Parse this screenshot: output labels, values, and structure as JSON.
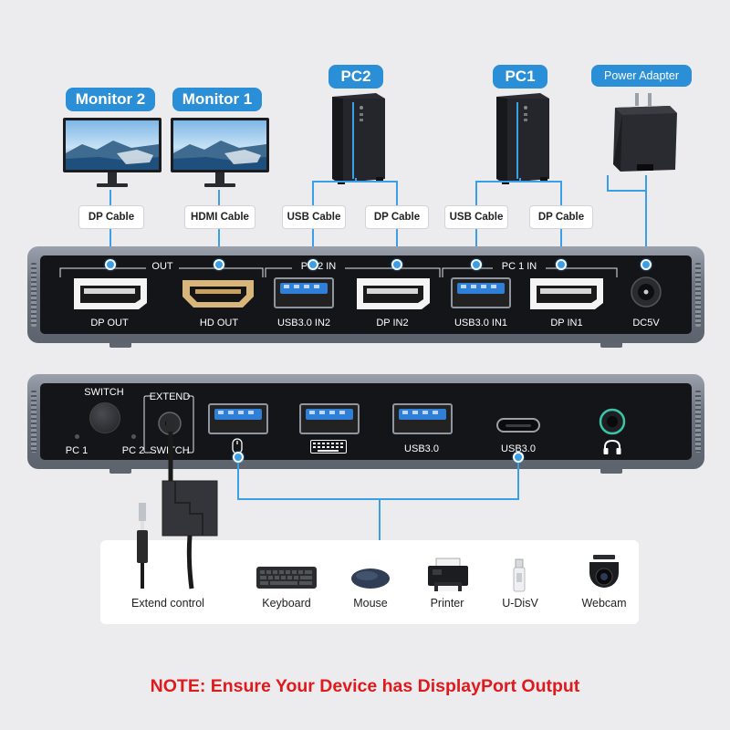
{
  "devices": {
    "monitor2": "Monitor 2",
    "monitor1": "Monitor 1",
    "pc2": "PC2",
    "pc1": "PC1",
    "power_adapter": "Power Adapter"
  },
  "cables": {
    "dp_monitor2": "DP Cable",
    "hdmi_monitor1": "HDMI Cable",
    "usb_pc2": "USB Cable",
    "dp_pc2": "DP Cable",
    "usb_pc1": "USB Cable",
    "dp_pc1": "DP Cable"
  },
  "back_panel": {
    "group_out": "OUT",
    "group_pc2": "PC 2 IN",
    "group_pc1": "PC 1 IN",
    "ports": {
      "dp_out": "DP OUT",
      "hd_out": "HD OUT",
      "usb_in2": "USB3.0 IN2",
      "dp_in2": "DP IN2",
      "usb_in1": "USB3.0 IN1",
      "dp_in1": "DP IN1",
      "dc": "DC5V"
    }
  },
  "front_panel": {
    "switch_label": "SWITCH",
    "pc1_label": "PC 1",
    "pc2_label": "PC 2",
    "extend_top": "EXTEND",
    "extend_bottom": "SWITCH",
    "usb3_label": "USB3.0",
    "usbc_label": "USB3.0"
  },
  "peripherals": {
    "extend_control": "Extend control",
    "keyboard": "Keyboard",
    "mouse": "Mouse",
    "printer": "Printer",
    "udisk": "U-DisV",
    "webcam": "Webcam"
  },
  "note": "NOTE: Ensure Your Device has DisplayPort Output",
  "colors": {
    "accent": "#2a8fd6",
    "note": "#e0191d",
    "panel_face": "#141519"
  },
  "icons": [
    "monitor-icon",
    "pc-tower-icon",
    "power-adapter-icon",
    "mouse-icon",
    "keyboard-icon",
    "headphone-icon",
    "audio-jack-icon",
    "printer-icon",
    "usb-drive-icon",
    "webcam-icon"
  ]
}
